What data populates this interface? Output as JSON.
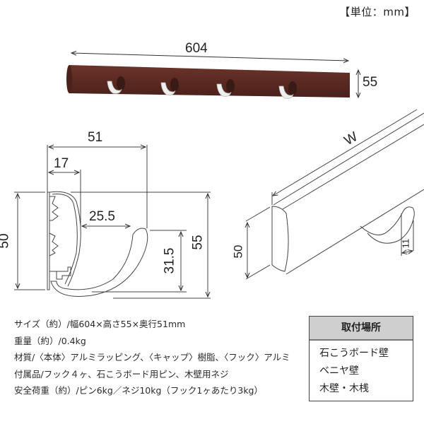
{
  "unit_label": "【単位：mm】",
  "product_photo": {
    "width_dimension": "604",
    "height_dimension": "55",
    "bar_color": "#5a2a22",
    "hook_color": "#e8e8e8",
    "hook_count": 4
  },
  "cross_section": {
    "dim_total_depth": "51",
    "dim_back_depth": "17",
    "dim_hook_gap": "25.5",
    "dim_body_height": "50",
    "dim_hook_height": "31.5",
    "dim_total_height": "55"
  },
  "perspective": {
    "dim_width": "W",
    "dim_height": "50",
    "dim_hook_width": "11"
  },
  "specs": [
    "サイズ（約）/幅604×高さ55×奥行51mm",
    "重量（約）/0.4kg",
    "材質/〈本体〉アルミラッピング、〈キャップ〉樹脂、〈フック〉アルミ",
    "付属品/フック４ヶ、石こうボード用ピン、木壁用ネジ",
    "安全荷重（約）/ピン6kg／ネジ10kg（フック1ヶあたり3kg）"
  ],
  "mounting": {
    "title": "取付場所",
    "items": [
      "石こうボード壁",
      "ベニヤ壁",
      "木壁・木桟"
    ]
  }
}
